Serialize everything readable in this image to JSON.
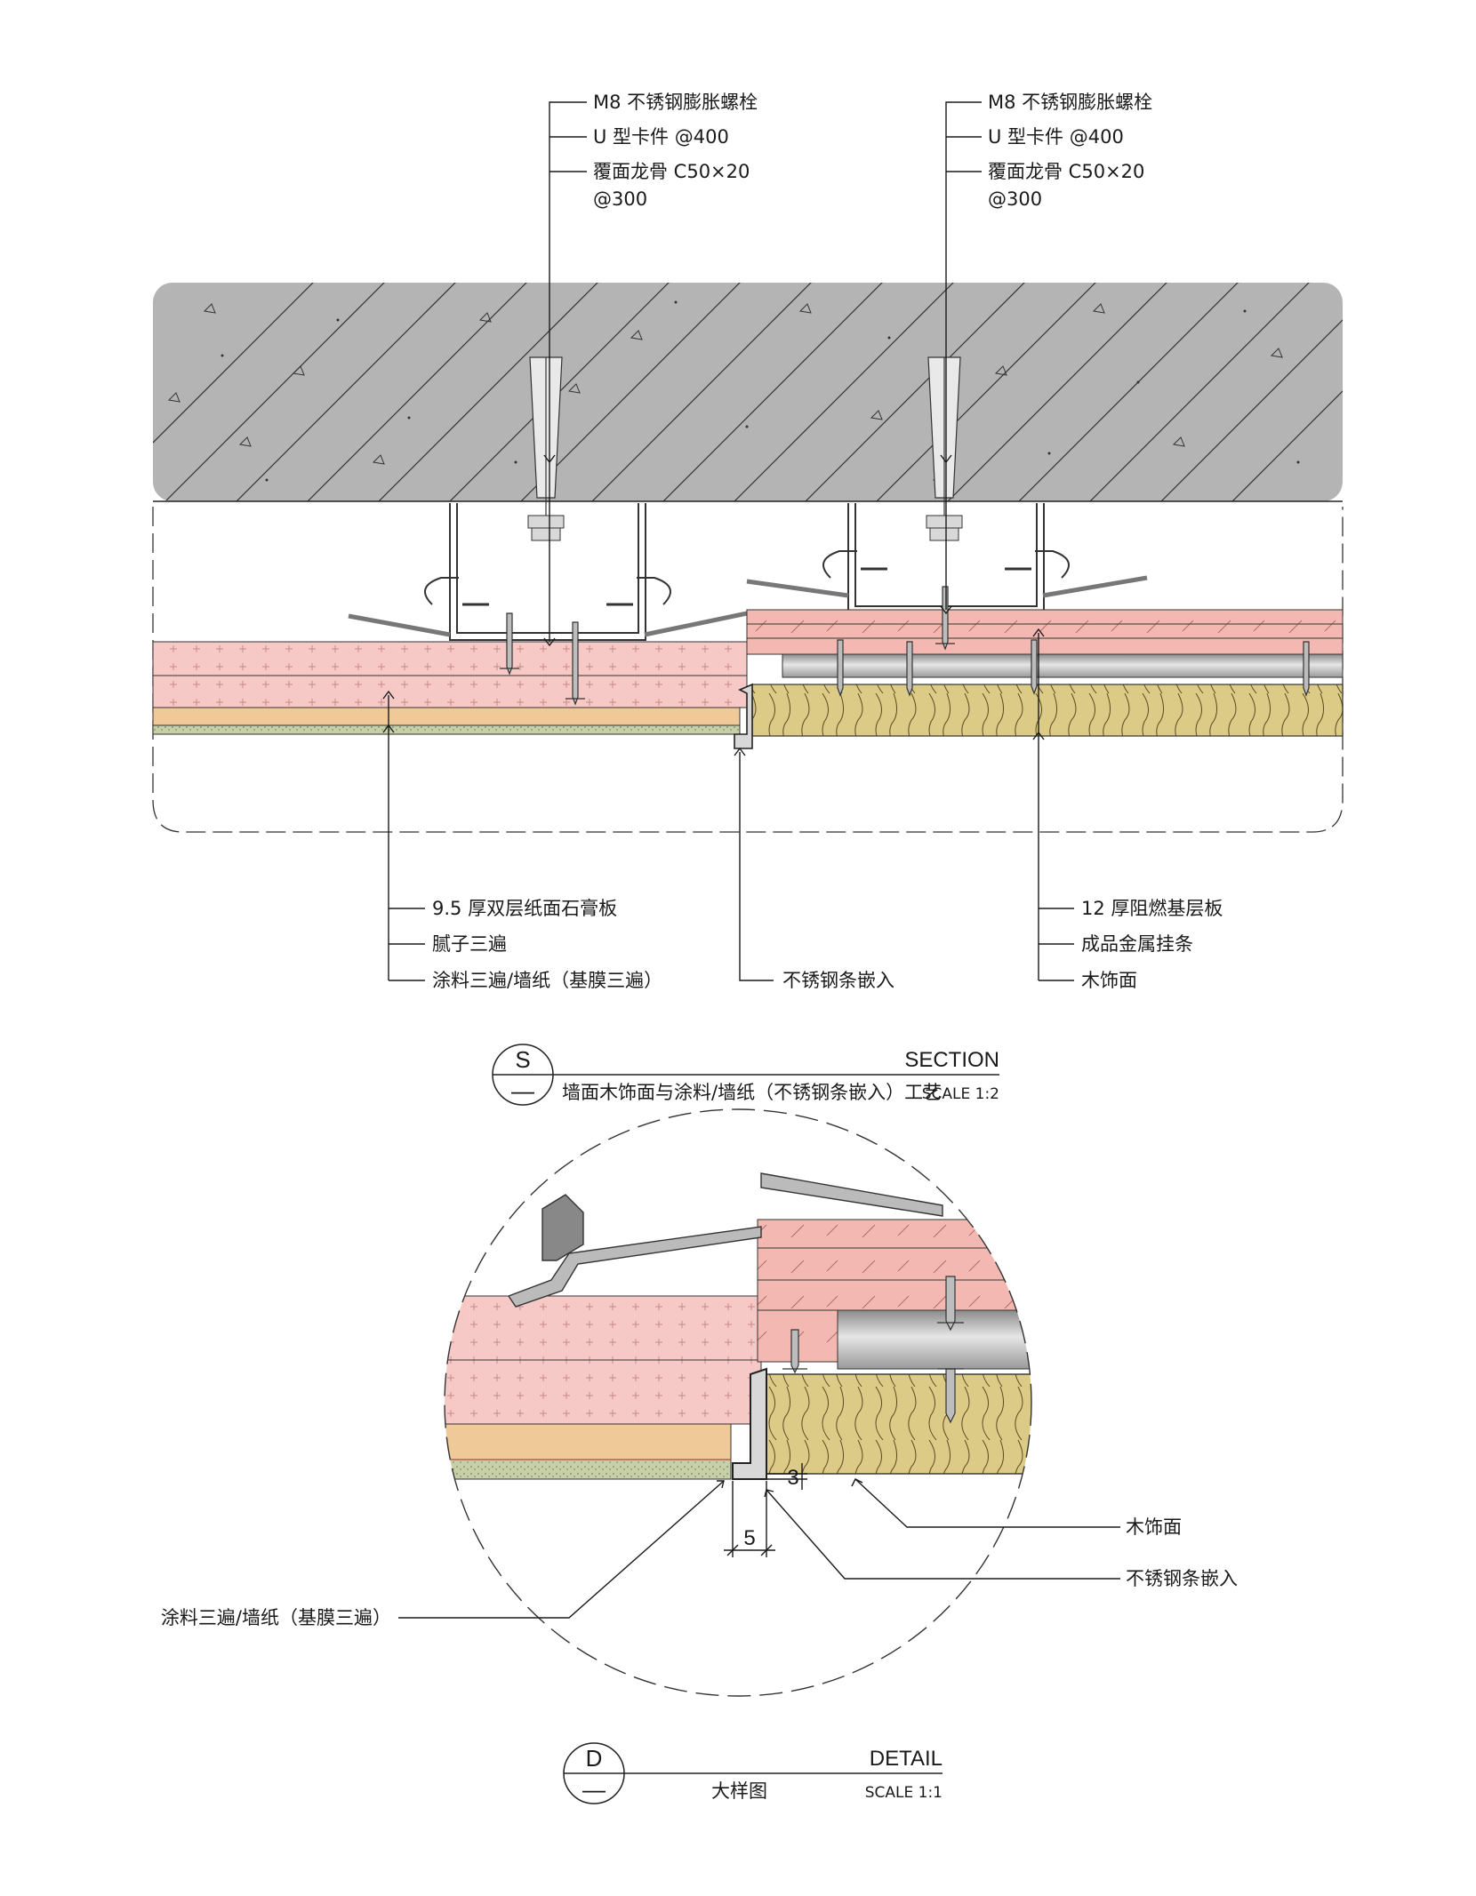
{
  "section": {
    "top_left_labels": [
      "M8 不锈钢膨胀螺栓",
      "U 型卡件 @400",
      "覆面龙骨 C50×20",
      "@300"
    ],
    "top_right_labels": [
      "M8 不锈钢膨胀螺栓",
      "U 型卡件 @400",
      "覆面龙骨 C50×20",
      "@300"
    ],
    "bottom_left_labels": [
      "9.5 厚双层纸面石膏板",
      "腻子三遍",
      "涂料三遍/墙纸（基膜三遍）"
    ],
    "bottom_mid_label": "不锈钢条嵌入",
    "bottom_right_labels": [
      "12 厚阻燃基层板",
      "成品金属挂条",
      "木饰面"
    ],
    "title_block": {
      "symbol": "S",
      "sub_symbol": "—",
      "heading": "SECTION",
      "name": "墙面木饰面与涂料/墙纸（不锈钢条嵌入）工艺",
      "scale": "SCALE 1:2"
    }
  },
  "detail": {
    "right_labels": [
      "木饰面",
      "不锈钢条嵌入"
    ],
    "left_label": "涂料三遍/墙纸（基膜三遍）",
    "dimensions": [
      "5",
      "3"
    ],
    "title_block": {
      "symbol": "D",
      "sub_symbol": "—",
      "heading": "DETAIL",
      "name": "大样图",
      "scale": "SCALE 1:1"
    }
  },
  "colors": {
    "concrete": "#b4b4b4",
    "gypsum": "#f7c9c6",
    "putty": "#f0c999",
    "paint": "#c7cfa8",
    "wood": "#dccb86",
    "base_board": "#f4b8b3",
    "steel": "#cccccc"
  }
}
